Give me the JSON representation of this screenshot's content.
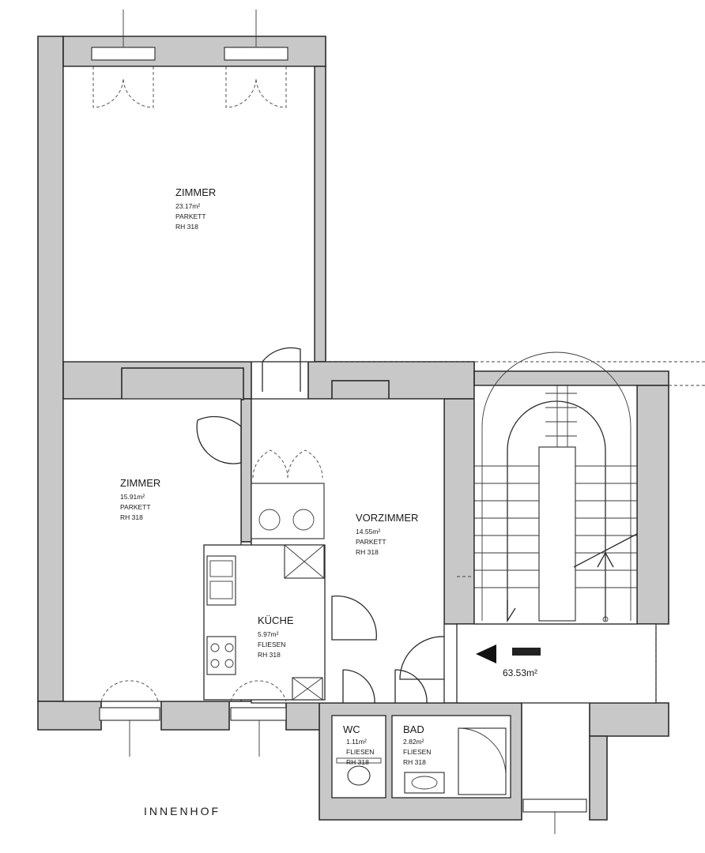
{
  "rooms": [
    {
      "name": "ZIMMER",
      "area": "23.17m²",
      "floor": "PARKETT",
      "height": "RH 318"
    },
    {
      "name": "ZIMMER",
      "area": "15.91m²",
      "floor": "PARKETT",
      "height": "RH 318"
    },
    {
      "name": "VORZIMMER",
      "area": "14.55m²",
      "floor": "PARKETT",
      "height": "RH 318"
    },
    {
      "name": "KÜCHE",
      "area": "5.97m²",
      "floor": "FLIESEN",
      "height": "RH 318"
    },
    {
      "name": "WC",
      "area": "1.11m²",
      "floor": "FLIESEN",
      "height": "RH 318"
    },
    {
      "name": "BAD",
      "area": "2.82m²",
      "floor": "FLIESEN",
      "height": "RH 318"
    }
  ],
  "total_area": "63.53m²",
  "courtyard_label": "INNENHOF",
  "colors": {
    "wall_fill": "#c8c8c8",
    "line": "#2a2a2a"
  }
}
